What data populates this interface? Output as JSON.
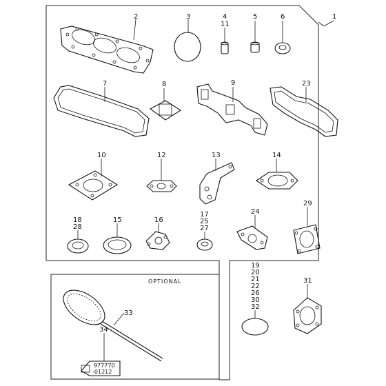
{
  "callouts": {
    "p1": "1",
    "p2": "2",
    "p3": "3",
    "p4": "4",
    "p11": "11",
    "p5": "5",
    "p6": "6",
    "p7": "7",
    "p8": "8",
    "p9": "9",
    "p23": "23",
    "p10": "10",
    "p12": "12",
    "p13": "13",
    "p14": "14",
    "p18": "18",
    "p28": "28",
    "p15": "15",
    "p16": "16",
    "p17": "17",
    "p25": "25",
    "p27": "27",
    "p24": "24",
    "p29": "29",
    "p19": "19",
    "p20": "20",
    "p21": "21",
    "p22": "22",
    "p26": "26",
    "p30": "30",
    "p32": "32",
    "p31": "31",
    "p33": "33",
    "p34": "34"
  },
  "optional_box": {
    "title": "OPTIONAL"
  },
  "tube_label": {
    "line1": "977770",
    "line2": "-01212"
  }
}
